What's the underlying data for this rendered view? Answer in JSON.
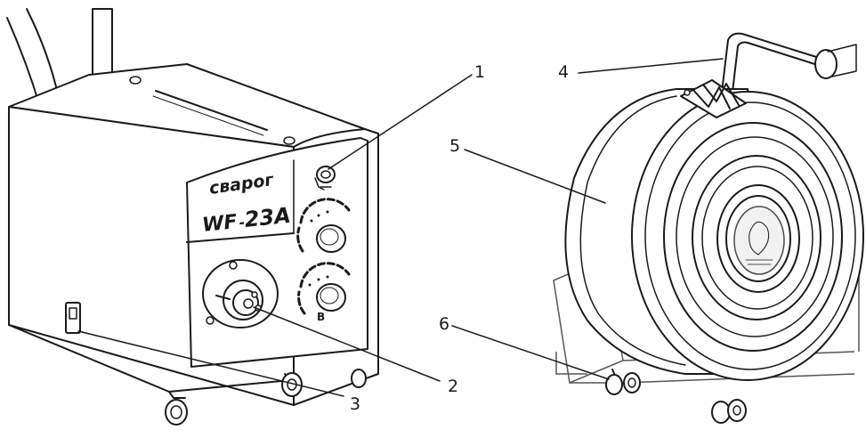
{
  "feeder": {
    "brand": "сварог",
    "model_prefix": "WF",
    "model_number": "23A",
    "knob_label": "В"
  },
  "callouts": [
    "1",
    "2",
    "3",
    "4",
    "5",
    "6"
  ],
  "colors": {
    "line": "#1a1a1a",
    "background": "#ffffff"
  }
}
